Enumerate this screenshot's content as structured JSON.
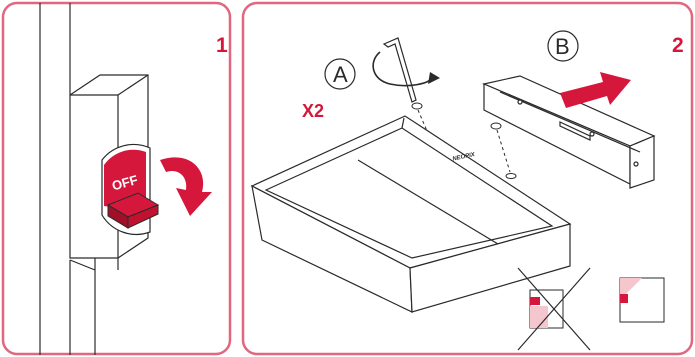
{
  "colors": {
    "accent": "#d6173c",
    "frame": "#e0677d",
    "line": "#2a2a2a",
    "pale": "#f4c7cf"
  },
  "panel1": {
    "step_number": "1",
    "switch_label": "OFF"
  },
  "panel2": {
    "step_number": "2",
    "label_a": "A",
    "label_b": "B",
    "multiplier": "X2",
    "brand_mark": "NEOPIX"
  },
  "icons": [
    "rotation-arrow-icon",
    "push-arrow-icon",
    "allen-key-icon",
    "screw-icon",
    "incorrect-corner-icon",
    "correct-corner-icon"
  ]
}
